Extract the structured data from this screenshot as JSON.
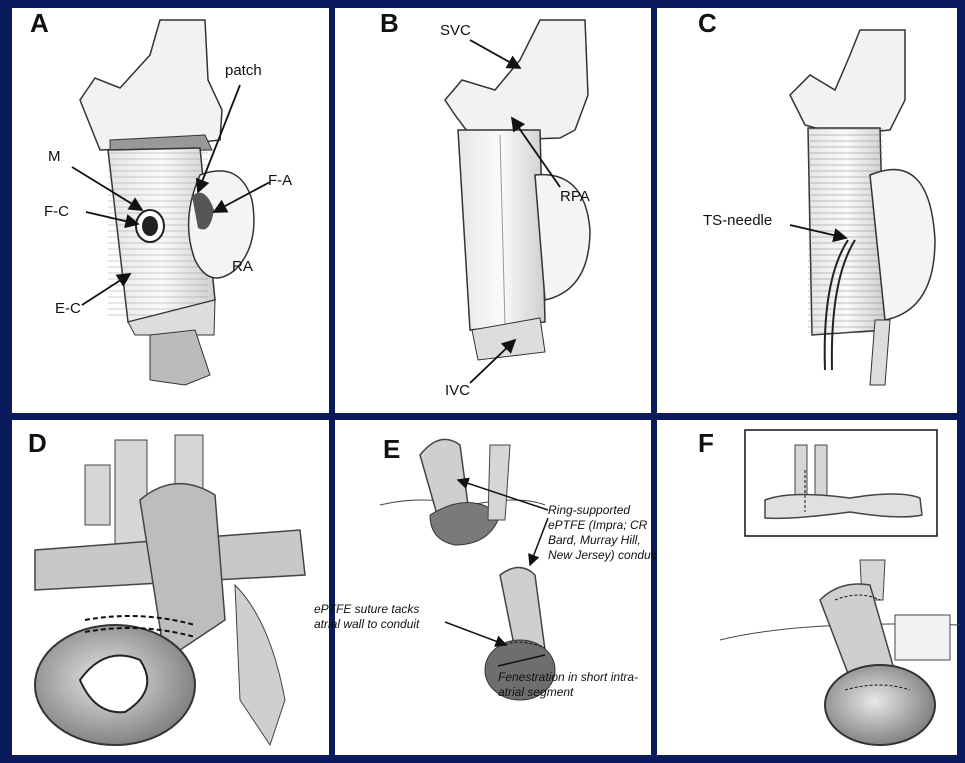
{
  "colors": {
    "background": "#0a1a5c",
    "panel": "#ffffff",
    "line": "#111111"
  },
  "panels": {
    "a": {
      "letter": "A",
      "labels": {
        "patch": "patch",
        "m": "M",
        "fc": "F-C",
        "fa": "F-A",
        "ra": "RA",
        "ec": "E-C"
      }
    },
    "b": {
      "letter": "B",
      "labels": {
        "svc": "SVC",
        "rpa": "RPA",
        "ivc": "IVC"
      }
    },
    "c": {
      "letter": "C",
      "labels": {
        "ts": "TS-needle"
      }
    },
    "d": {
      "letter": "D"
    },
    "e": {
      "letter": "E",
      "notes": {
        "ring1": "Ring-supported",
        "ring2": "ePTFE (Impra; CR",
        "ring3": "Bard, Murray Hill,",
        "ring4": "New Jersey) conduit",
        "suture1": "ePTFE  suture tacks",
        "suture2": "atrial wall to conduit",
        "fen1": "Fenestration in short intra-",
        "fen2": "atrial  segment"
      }
    },
    "f": {
      "letter": "F"
    }
  }
}
